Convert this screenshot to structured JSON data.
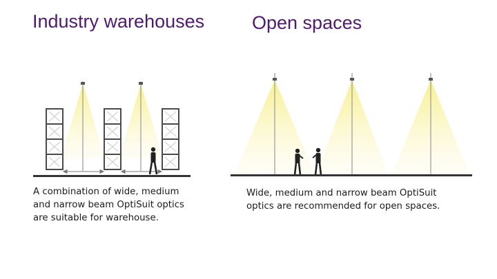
{
  "colors": {
    "heading": "#4f1a6e",
    "light_beam": "#f7ef8a",
    "ground": "#333333",
    "rack_frame": "#4a4a4a",
    "text": "#1b1b1b"
  },
  "left_section": {
    "title": "Industry warehouses",
    "caption_lines": [
      "A combination of wide, medium",
      "and narrow beam OptiSuit optics",
      "are suitable for warehouse."
    ],
    "illustration": {
      "rack_count": 3,
      "rack_boxes_per_rack": 4,
      "luminaire_count": 2,
      "person_count": 1
    }
  },
  "right_section": {
    "title": "Open spaces",
    "caption_lines": [
      "Wide, medium and narrow beam OptiSuit",
      "optics are recommended for open spaces."
    ],
    "illustration": {
      "luminaire_count": 3,
      "person_count": 2
    }
  }
}
